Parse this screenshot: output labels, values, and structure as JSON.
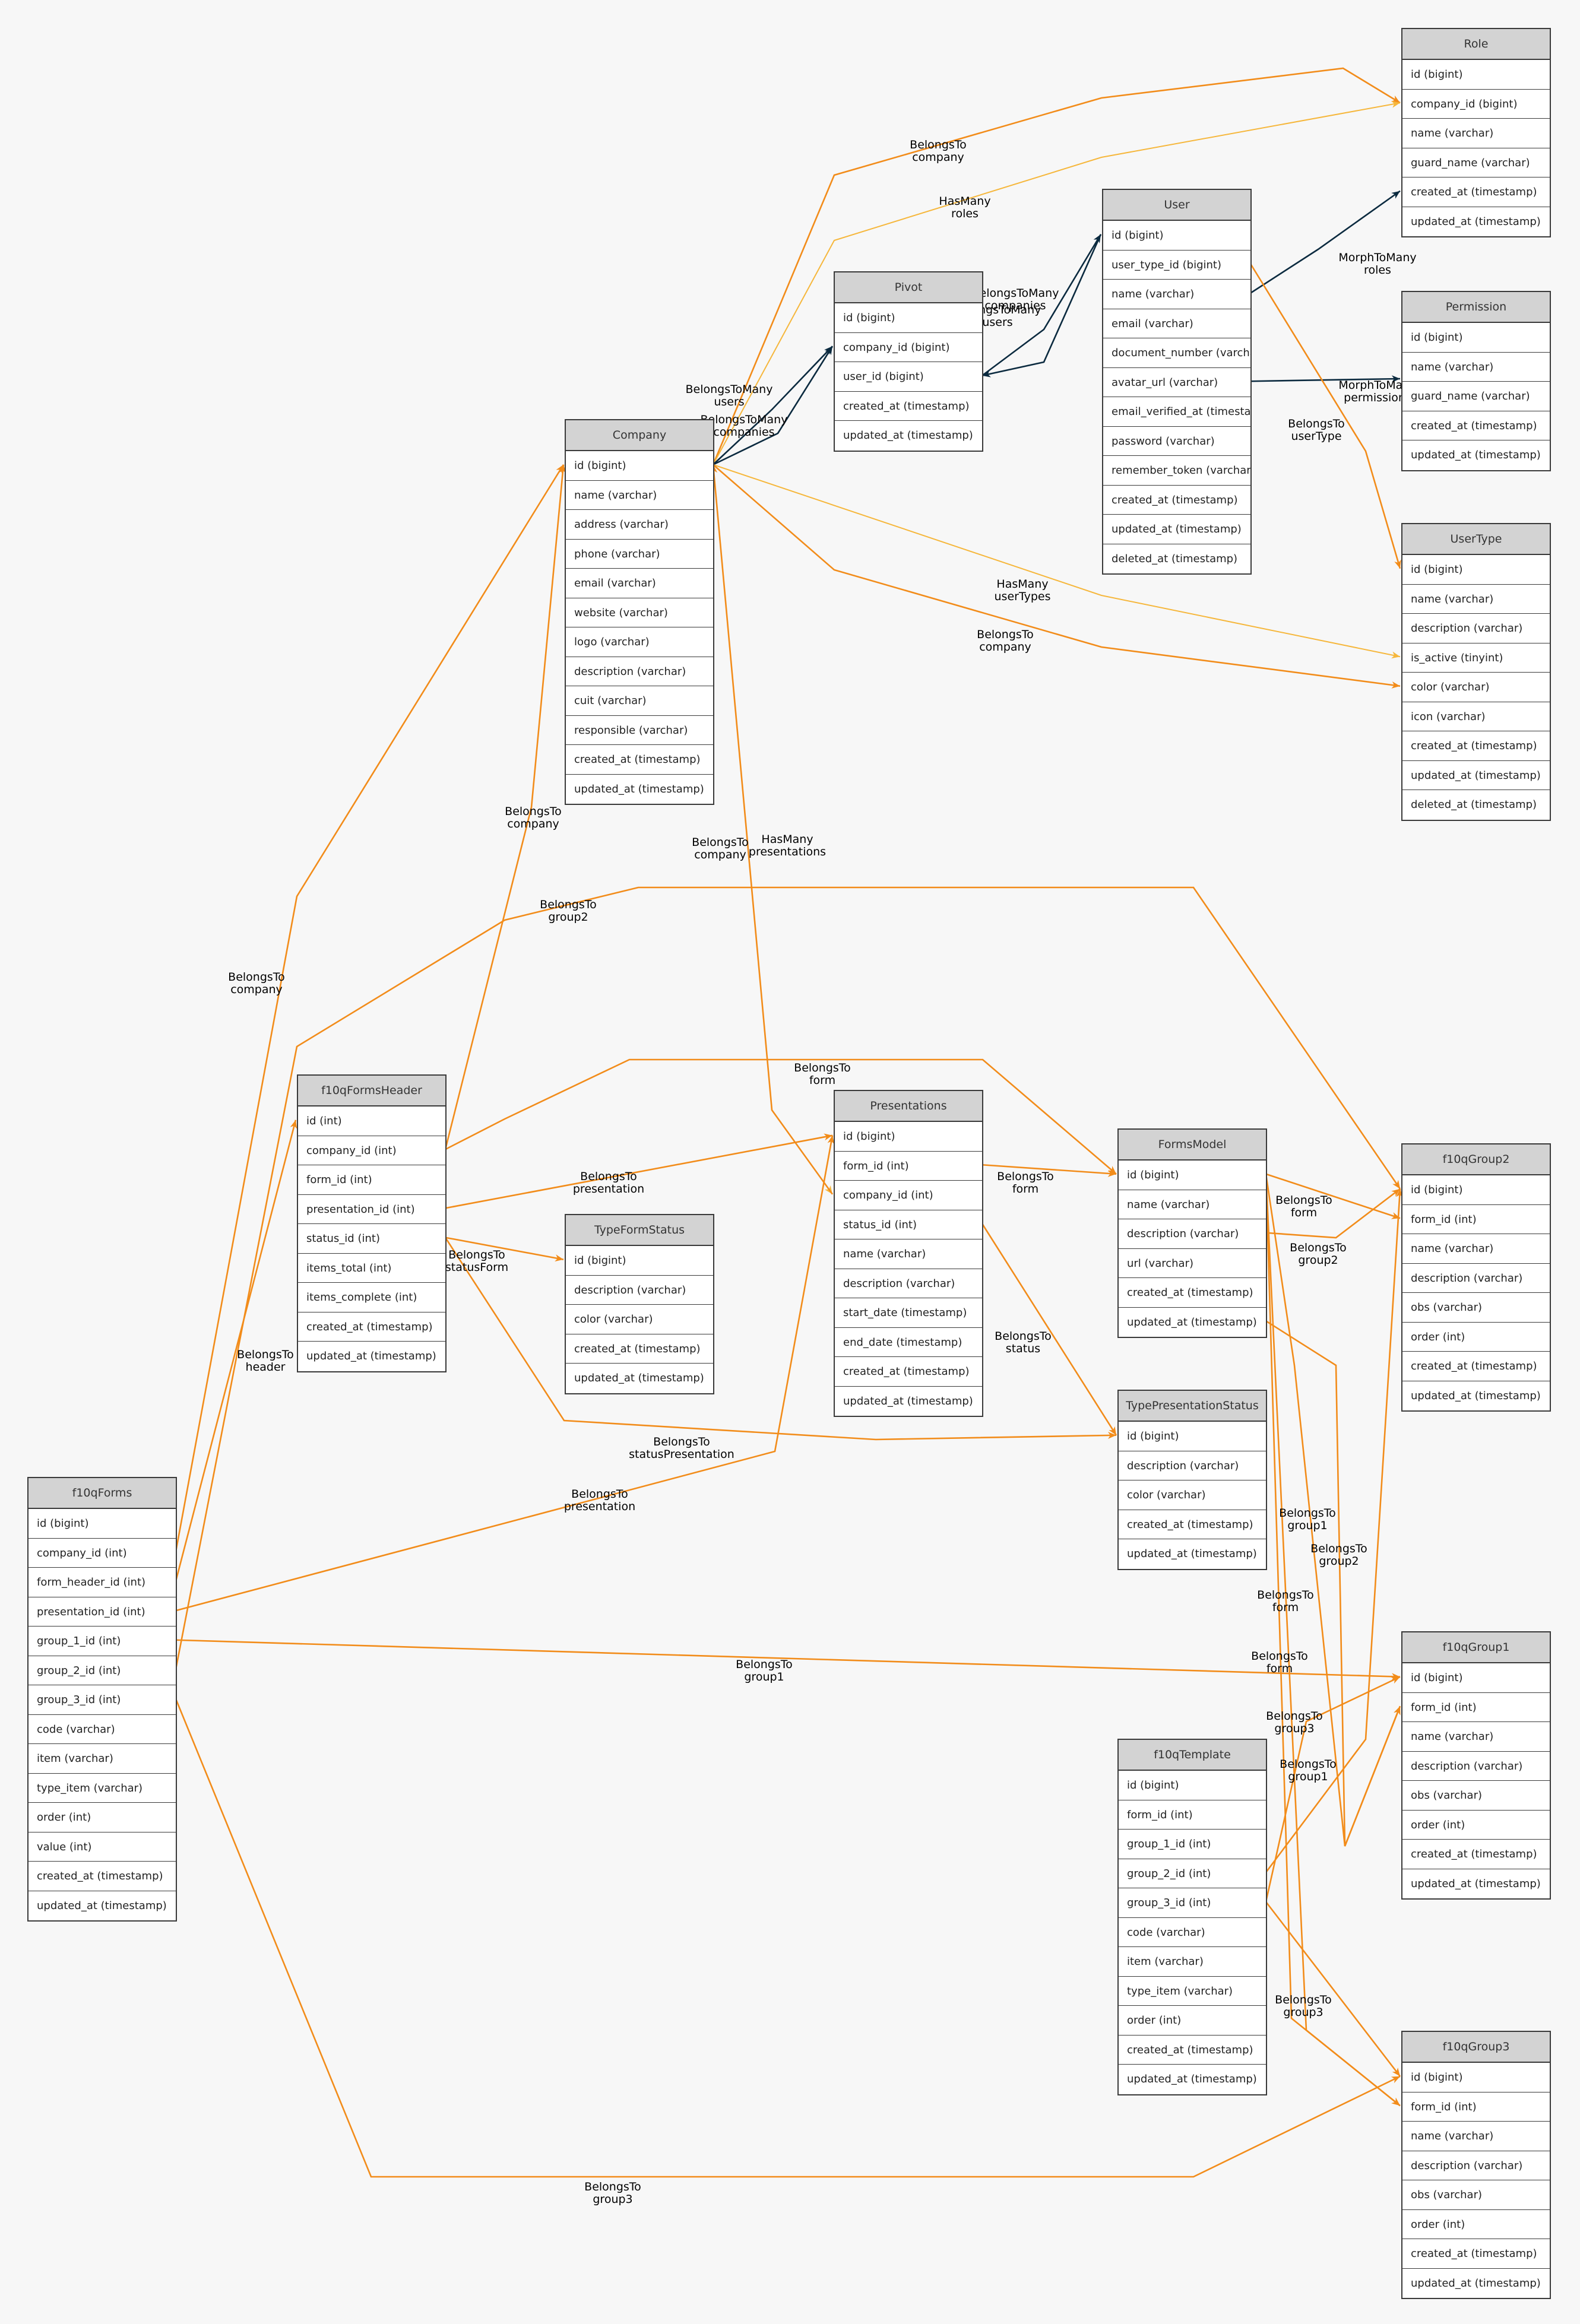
{
  "colors": {
    "belongs_to": "#f28c1a",
    "has_many": "#f6b73c",
    "many": "#0b2a3f",
    "header": "#d3d3d3",
    "background": "#f7f7f7"
  },
  "tables": [
    {
      "name": "Role",
      "columns": [
        "id (bigint)",
        "company_id (bigint)",
        "name (varchar)",
        "guard_name (varchar)",
        "created_at (timestamp)",
        "updated_at (timestamp)"
      ]
    },
    {
      "name": "User",
      "columns": [
        "id (bigint)",
        "user_type_id (bigint)",
        "name (varchar)",
        "email (varchar)",
        "document_number (varchar)",
        "avatar_url (varchar)",
        "email_verified_at (timestamp)",
        "password (varchar)",
        "remember_token (varchar)",
        "created_at (timestamp)",
        "updated_at (timestamp)",
        "deleted_at (timestamp)"
      ]
    },
    {
      "name": "Pivot",
      "columns": [
        "id (bigint)",
        "company_id (bigint)",
        "user_id (bigint)",
        "created_at (timestamp)",
        "updated_at (timestamp)"
      ]
    },
    {
      "name": "Permission",
      "columns": [
        "id (bigint)",
        "name (varchar)",
        "guard_name (varchar)",
        "created_at (timestamp)",
        "updated_at (timestamp)"
      ]
    },
    {
      "name": "Company",
      "columns": [
        "id (bigint)",
        "name (varchar)",
        "address (varchar)",
        "phone (varchar)",
        "email (varchar)",
        "website (varchar)",
        "logo (varchar)",
        "description (varchar)",
        "cuit (varchar)",
        "responsible (varchar)",
        "created_at (timestamp)",
        "updated_at (timestamp)"
      ]
    },
    {
      "name": "UserType",
      "columns": [
        "id (bigint)",
        "name (varchar)",
        "description (varchar)",
        "is_active (tinyint)",
        "color (varchar)",
        "icon (varchar)",
        "created_at (timestamp)",
        "updated_at (timestamp)",
        "deleted_at (timestamp)"
      ]
    },
    {
      "name": "f10qFormsHeader",
      "columns": [
        "id (int)",
        "company_id (int)",
        "form_id (int)",
        "presentation_id (int)",
        "status_id (int)",
        "items_total (int)",
        "items_complete (int)",
        "created_at (timestamp)",
        "updated_at (timestamp)"
      ]
    },
    {
      "name": "Presentations",
      "columns": [
        "id (bigint)",
        "form_id (int)",
        "company_id (int)",
        "status_id (int)",
        "name (varchar)",
        "description (varchar)",
        "start_date (timestamp)",
        "end_date (timestamp)",
        "created_at (timestamp)",
        "updated_at (timestamp)"
      ]
    },
    {
      "name": "FormsModel",
      "columns": [
        "id (bigint)",
        "name (varchar)",
        "description (varchar)",
        "url (varchar)",
        "created_at (timestamp)",
        "updated_at (timestamp)"
      ]
    },
    {
      "name": "f10qGroup2",
      "columns": [
        "id (bigint)",
        "form_id (int)",
        "name (varchar)",
        "description (varchar)",
        "obs (varchar)",
        "order (int)",
        "created_at (timestamp)",
        "updated_at (timestamp)"
      ]
    },
    {
      "name": "TypeFormStatus",
      "columns": [
        "id (bigint)",
        "description (varchar)",
        "color (varchar)",
        "created_at (timestamp)",
        "updated_at (timestamp)"
      ]
    },
    {
      "name": "TypePresentationStatus",
      "columns": [
        "id (bigint)",
        "description (varchar)",
        "color (varchar)",
        "created_at (timestamp)",
        "updated_at (timestamp)"
      ]
    },
    {
      "name": "f10qForms",
      "columns": [
        "id (bigint)",
        "company_id (int)",
        "form_header_id (int)",
        "presentation_id (int)",
        "group_1_id (int)",
        "group_2_id (int)",
        "group_3_id (int)",
        "code (varchar)",
        "item (varchar)",
        "type_item (varchar)",
        "order (int)",
        "value (int)",
        "created_at (timestamp)",
        "updated_at (timestamp)"
      ]
    },
    {
      "name": "f10qGroup1",
      "columns": [
        "id (bigint)",
        "form_id (int)",
        "name (varchar)",
        "description (varchar)",
        "obs (varchar)",
        "order (int)",
        "created_at (timestamp)",
        "updated_at (timestamp)"
      ]
    },
    {
      "name": "f10qTemplate",
      "columns": [
        "id (bigint)",
        "form_id (int)",
        "group_1_id (int)",
        "group_2_id (int)",
        "group_3_id (int)",
        "code (varchar)",
        "item (varchar)",
        "type_item (varchar)",
        "order (int)",
        "created_at (timestamp)",
        "updated_at (timestamp)"
      ]
    },
    {
      "name": "f10qGroup3",
      "columns": [
        "id (bigint)",
        "form_id (int)",
        "name (varchar)",
        "description (varchar)",
        "obs (varchar)",
        "order (int)",
        "created_at (timestamp)",
        "updated_at (timestamp)"
      ]
    }
  ],
  "edges": [
    {
      "label": "BelongsTo\ncompany",
      "kind": "bt"
    },
    {
      "label": "HasMany\nroles",
      "kind": "hm"
    },
    {
      "label": "BelongsToMany\ncompanies",
      "kind": "many"
    },
    {
      "label": "BelongsToMany\nusers",
      "kind": "many"
    },
    {
      "label": "BelongsToMany\nusers",
      "kind": "many"
    },
    {
      "label": "BelongsToMany\ncompanies",
      "kind": "many"
    },
    {
      "label": "MorphToMany\nroles",
      "kind": "many"
    },
    {
      "label": "MorphToMany\npermissions",
      "kind": "many"
    },
    {
      "label": "BelongsTo\nuserType",
      "kind": "bt"
    },
    {
      "label": "HasMany\nuserTypes",
      "kind": "hm"
    },
    {
      "label": "BelongsTo\ncompany",
      "kind": "bt"
    },
    {
      "label": "BelongsTo\ncompany",
      "kind": "bt"
    },
    {
      "label": "HasMany\npresentations",
      "kind": "hm"
    },
    {
      "label": "BelongsTo\ncompany",
      "kind": "bt"
    },
    {
      "label": "BelongsTo\ncompany",
      "kind": "bt"
    },
    {
      "label": "BelongsTo\ngroup2",
      "kind": "bt"
    },
    {
      "label": "BelongsTo\nform",
      "kind": "bt"
    },
    {
      "label": "BelongsTo\npresentation",
      "kind": "bt"
    },
    {
      "label": "BelongsTo\nstatusForm",
      "kind": "bt"
    },
    {
      "label": "BelongsTo\nform",
      "kind": "bt"
    },
    {
      "label": "BelongsTo\nstatus",
      "kind": "bt"
    },
    {
      "label": "BelongsTo\nform",
      "kind": "bt"
    },
    {
      "label": "BelongsTo\ngroup2",
      "kind": "bt"
    },
    {
      "label": "BelongsTo\nheader",
      "kind": "bt"
    },
    {
      "label": "BelongsTo\nstatusPresentation",
      "kind": "bt"
    },
    {
      "label": "BelongsTo\npresentation",
      "kind": "bt"
    },
    {
      "label": "BelongsTo\ngroup1",
      "kind": "bt"
    },
    {
      "label": "BelongsTo\ngroup1",
      "kind": "bt"
    },
    {
      "label": "BelongsTo\ngroup2",
      "kind": "bt"
    },
    {
      "label": "BelongsTo\nform",
      "kind": "bt"
    },
    {
      "label": "BelongsTo\nform",
      "kind": "bt"
    },
    {
      "label": "BelongsTo\ngroup3",
      "kind": "bt"
    },
    {
      "label": "BelongsTo\ngroup1",
      "kind": "bt"
    },
    {
      "label": "BelongsTo\ngroup3",
      "kind": "bt"
    },
    {
      "label": "BelongsTo\ngroup3",
      "kind": "bt"
    }
  ]
}
